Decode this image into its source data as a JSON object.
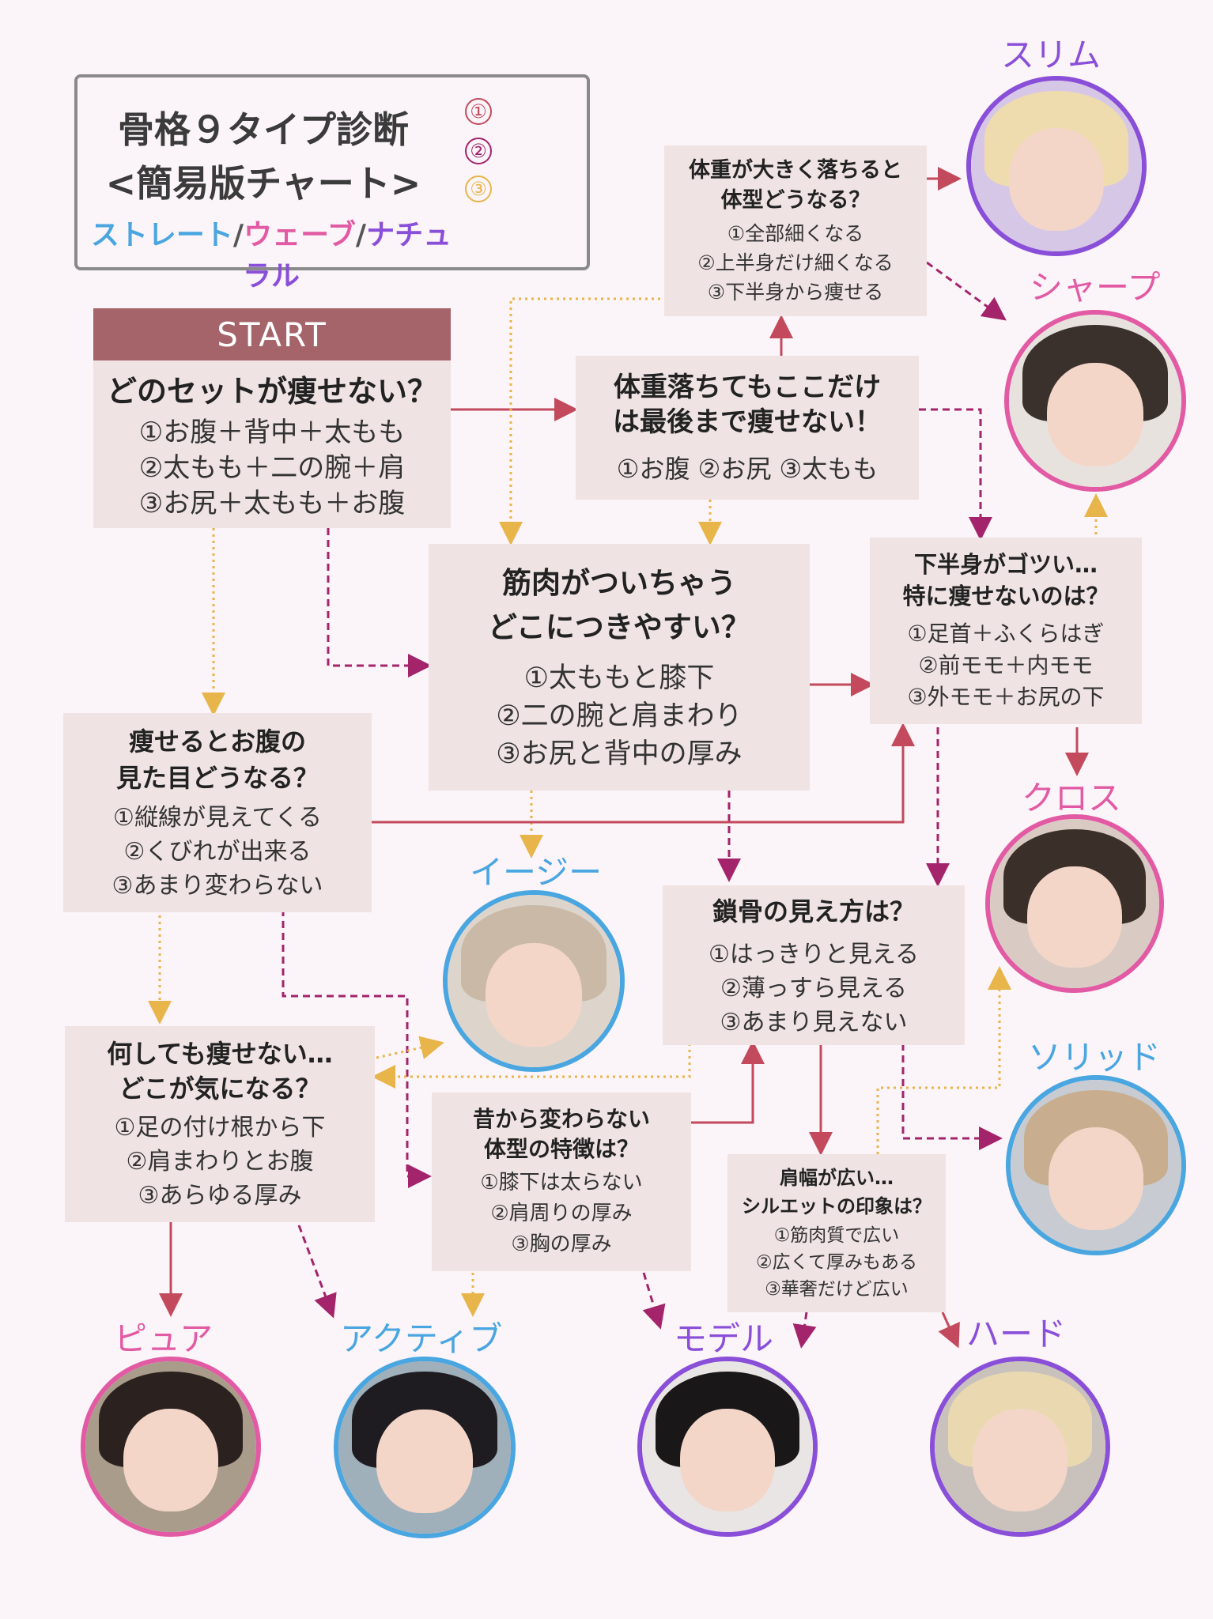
{
  "header": {
    "title_line1": "骨格９タイプ診断",
    "title_line2": "<簡易版チャート>",
    "types": [
      {
        "text": "ストレート",
        "color": "#4aa6e0"
      },
      {
        "text": "/",
        "color": "#555555"
      },
      {
        "text": "ウェーブ",
        "color": "#e25aa3"
      },
      {
        "text": "/",
        "color": "#555555"
      },
      {
        "text": "ナチュラル",
        "color": "#8a4fd8"
      }
    ],
    "legend": [
      {
        "num": "①",
        "style": "solid",
        "color": "#c24a5c"
      },
      {
        "num": "②",
        "style": "dashed",
        "color": "#a3246b"
      },
      {
        "num": "③",
        "style": "dotted",
        "color": "#e8b54a"
      }
    ]
  },
  "start_label": "START",
  "questions": {
    "q_start": {
      "q": [
        "どのセットが痩せない？"
      ],
      "opts": [
        "①お腹＋背中＋太もも",
        "②太もも＋二の腕＋肩",
        "③お尻＋太もも＋お腹"
      ]
    },
    "q_weight_drop": {
      "q": [
        "体重が大きく落ちると",
        "体型どうなる？"
      ],
      "opts": [
        "①全部細くなる",
        "②上半身だけ細くなる",
        "③下半身から痩せる"
      ]
    },
    "q_last_part": {
      "q": [
        "体重落ちてもここだけ",
        "は最後まで痩せない！"
      ],
      "opts": [
        "①お腹 ②お尻 ③太もも"
      ]
    },
    "q_muscle": {
      "q": [
        "筋肉がついちゃう",
        "どこにつきやすい？"
      ],
      "opts": [
        "①太ももと膝下",
        "②二の腕と肩まわり",
        "③お尻と背中の厚み"
      ]
    },
    "q_lower_body": {
      "q": [
        "下半身がゴツい…",
        "特に痩せないのは？"
      ],
      "opts": [
        "①足首＋ふくらはぎ",
        "②前モモ＋内モモ",
        "③外モモ＋お尻の下"
      ]
    },
    "q_belly": {
      "q": [
        "痩せるとお腹の",
        "見た目どうなる？"
      ],
      "opts": [
        "①縦線が見えてくる",
        "②くびれが出来る",
        "③あまり変わらない"
      ]
    },
    "q_collarbone": {
      "q": [
        "鎖骨の見え方は？"
      ],
      "opts": [
        "①はっきりと見える",
        "②薄っすら見える",
        "③あまり見えない"
      ]
    },
    "q_nothing": {
      "q": [
        "何しても痩せない…",
        "どこが気になる？"
      ],
      "opts": [
        "①足の付け根から下",
        "②肩まわりとお腹",
        "③あらゆる厚み"
      ]
    },
    "q_always": {
      "q": [
        "昔から変わらない",
        "体型の特徴は？"
      ],
      "opts": [
        "①膝下は太らない",
        "②肩周りの厚み",
        "③胸の厚み"
      ]
    },
    "q_shoulder": {
      "q": [
        "肩幅が広い…",
        "シルエットの印象は？"
      ],
      "opts": [
        "①筋肉質で広い",
        "②広くて厚みもある",
        "③華奢だけど広い"
      ]
    }
  },
  "results": {
    "slim": {
      "label": "スリム",
      "color": "#8a4fd8",
      "hair": "#efdcae",
      "bg": "#d7c7e6"
    },
    "sharp": {
      "label": "シャープ",
      "color": "#e25aa3",
      "hair": "#3a302c",
      "bg": "#e8e2de"
    },
    "cross": {
      "label": "クロス",
      "color": "#e25aa3",
      "hair": "#3b2f2a",
      "bg": "#d9cbc3"
    },
    "easy": {
      "label": "イージー",
      "color": "#4aa6e0",
      "hair": "#c9b9a6",
      "bg": "#ddd5cc"
    },
    "solid": {
      "label": "ソリッド",
      "color": "#4aa6e0",
      "hair": "#c8ad8e",
      "bg": "#c8ccd2"
    },
    "pure": {
      "label": "ピュア",
      "color": "#e25aa3",
      "hair": "#2b2220",
      "bg": "#a99c8a"
    },
    "active": {
      "label": "アクティブ",
      "color": "#4aa6e0",
      "hair": "#1e1c20",
      "bg": "#9fb0bb"
    },
    "model": {
      "label": "モデル",
      "color": "#8a4fd8",
      "hair": "#1a1718",
      "bg": "#e9e5e4"
    },
    "hard": {
      "label": "ハード",
      "color": "#8a4fd8",
      "hair": "#ead9b0",
      "bg": "#c9c2bc"
    }
  }
}
